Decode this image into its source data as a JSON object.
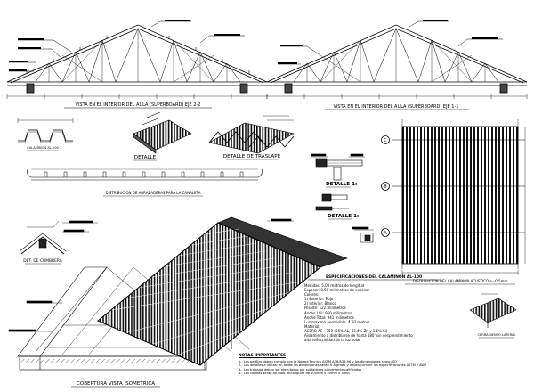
{
  "views": {
    "truss_left_caption": "VISTA EN EL INTERIOR DEL AULA (SUPERBOARD) EJE 2-2",
    "truss_right_caption": "VISTA EN EL INTERIOR DEL AULA (SUPERBOARD) EJE 1-1",
    "calamina_profile_caption": "CALAMINON AL-100",
    "detalle_caption": "DETALLE",
    "traslape_caption": "DETALLE DE TRASLAPE",
    "abrazaderas_caption": "DISTRIBUCION DE ABRAZADERAS PARA LA CANALETA",
    "detalle1_caption": "DETALLE 1:",
    "detalle1b_caption": "DETALLE 1:",
    "cumbrera_caption": "DET. DE CUMBRERA",
    "isometric_caption": "COBERTURA  VISTA ISOMETRICA",
    "plan_caption": "DISTRIBUCION DEL CALAMINON ACUSTICO e=0.5mm",
    "cerramiento_caption": "CERRAMIENTO LATERAL",
    "axis_C": "C",
    "axis_B": "B",
    "axis_A": "A"
  },
  "spec": {
    "title": "ESPECIFICACIONES DEL CALAMINON AL-100",
    "rows": [
      "Medidas:   5.00 metros de longitud",
      "Espesor:   0.50 milimetros de espesor",
      "Colores:",
      "              1) Exterior: Rojo",
      "              2) Interior: Blanco",
      "Peralte: 122 milimetros",
      "Ancho Util: 960 milimetros",
      "Ancho Total: 941 milimetros",
      "Luz maxima permisible: 4.50 metros",
      "Material:",
      "ACERO AE - 750 (55% AL, 43.4% Zn y 1.6% Si)",
      "Aislamiento a distribuirse de hasta 180' sin desprendimiento",
      "alta reflectividad de la luz solar"
    ]
  },
  "notes": {
    "title": "NOTAS IMPORTANTES",
    "rows": [
      "1.- Los perfiles deben cumplir con la Norma Tecnica ASTM A36/A36-96 y las dimensiones segun SO",
      "2.- Los detalles a utilizar en todas las dimensiones serán 0.8 grado y deben cumplir las especificaciones ASTM y AWS",
      "3.- Los trabajos deben ser ejecutados por soldadores plenamente calificados",
      "4.- Las correas seran de tubo rectangular de 100mm x 50mm x 3mm"
    ]
  },
  "colors": {
    "line": "#000000",
    "hatch": "#1a1a1a"
  }
}
